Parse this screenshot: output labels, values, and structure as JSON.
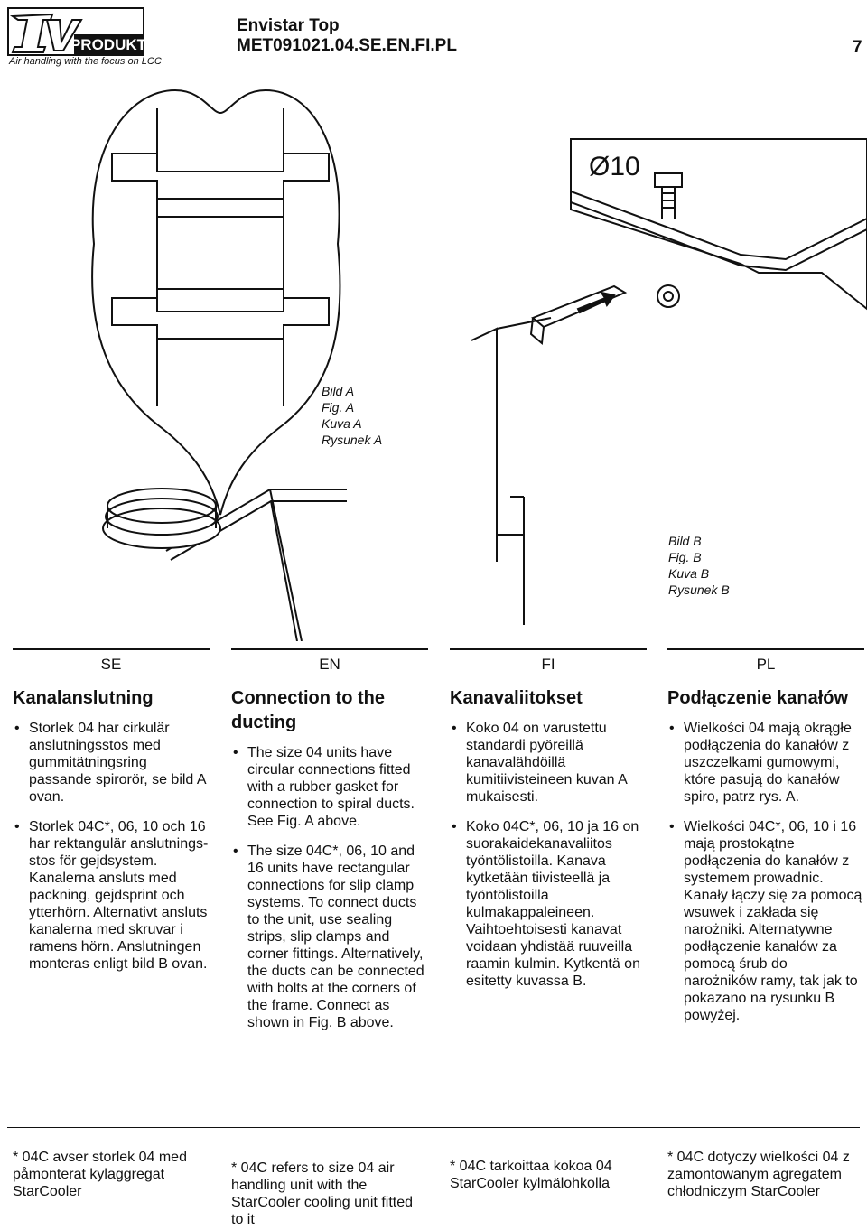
{
  "header": {
    "brand": "IV PRODUKT",
    "tagline": "Air handling with the focus on LCC",
    "title_line1": "Envistar Top",
    "title_line2": "MET091021.04.SE.EN.FI.PL",
    "page_number": "7"
  },
  "figures": {
    "a": {
      "caption": [
        "Bild A",
        "Fig. A",
        "Kuva A",
        "Rysunek A"
      ]
    },
    "b": {
      "caption": [
        "Bild B",
        "Fig. B",
        "Kuva B",
        "Rysunek B"
      ],
      "dimension": "Ø10"
    }
  },
  "columns": [
    {
      "lang": "SE",
      "heading": "Kanalanslutning",
      "bullets": [
        "Storlek 04 har cirkulär anslutningsstos med gummitätningsring passande spirorör, se bild A ovan.",
        "Storlek 04C*, 06, 10 och 16 har rektangulär anslutnings-stos för gejdsystem. Kanalerna ansluts med packning, gejdsprint och ytterhörn. Alternativt ansluts kanalerna med skruvar i ramens hörn. Anslutningen monteras enligt bild B ovan."
      ],
      "footnote": "* 04C avser storlek 04 med påmonterat kylaggregat StarCooler"
    },
    {
      "lang": "EN",
      "heading": "Connection to the ducting",
      "bullets": [
        "The size 04 units have circular connections fitted with a rubber gasket for connection to spiral ducts. See Fig. A above.",
        "The size 04C*, 06, 10 and 16 units have rectangular connections for slip clamp systems. To connect ducts to the unit, use sealing strips, slip clamps and corner fittings. Alternatively, the ducts can be connected with bolts at the corners of the frame. Connect as shown in Fig. B above."
      ],
      "footnote": "* 04C refers to size 04 air handling unit with the StarCooler cooling unit fitted to it"
    },
    {
      "lang": "FI",
      "heading": "Kanavaliitokset",
      "bullets": [
        "Koko 04 on varustettu standardi pyöreillä kanavalähdöillä kumitiivisteineen kuvan A mukaisesti.",
        "Koko 04C*, 06, 10 ja 16 on suorakaidekanavaliitos työntölistoilla. Kanava kytketään tiivisteellä ja työntölistoilla kulmakappaleineen. Vaihtoehtoisesti kanavat voidaan yhdistää ruuveilla raamin kulmin. Kytkentä on esitetty kuvassa B."
      ],
      "footnote": "* 04C tarkoittaa kokoa 04 StarCooler kylmälohkolla"
    },
    {
      "lang": "PL",
      "heading": "Podłączenie kanałów",
      "bullets": [
        "Wielkości 04 mają okrągłe podłączenia do kanałów z uszczelkami gumowymi, które pasują do kanałów spiro, patrz rys. A.",
        "Wielkości 04C*, 06, 10 i 16 mają prostokątne podłączenia do kanałów z systemem prowadnic. Kanały łączy się za pomocą wsuwek i zakłada się narożniki. Alternatywne podłączenie kanałów za pomocą śrub do narożników ramy, tak jak to pokazano na rysunku B powyżej."
      ],
      "footnote": "* 04C dotyczy wielkości 04 z zamontowanym agregatem chłodniczym StarCooler"
    }
  ]
}
